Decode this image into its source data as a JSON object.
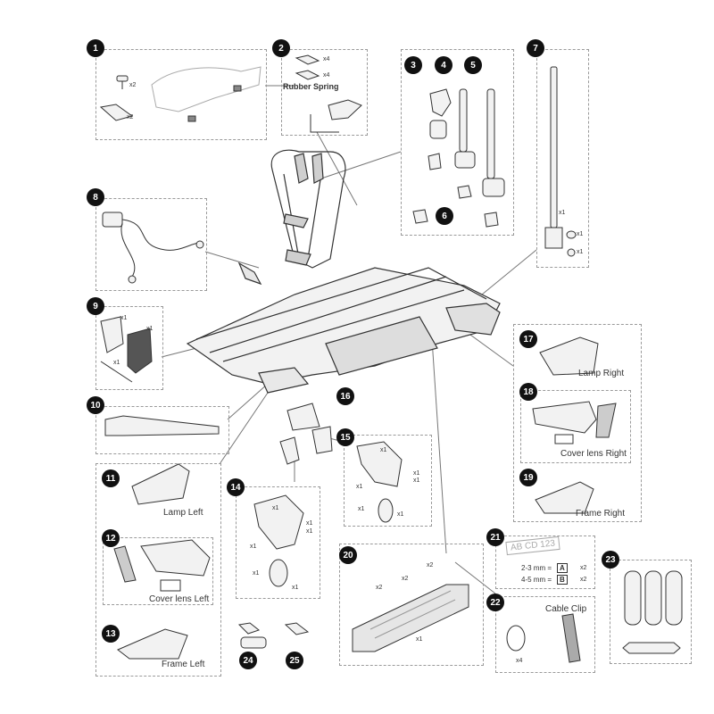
{
  "parts": [
    {
      "number": "1"
    },
    {
      "number": "2"
    },
    {
      "number": "3"
    },
    {
      "number": "4"
    },
    {
      "number": "5"
    },
    {
      "number": "6"
    },
    {
      "number": "7"
    },
    {
      "number": "8"
    },
    {
      "number": "9"
    },
    {
      "number": "10"
    },
    {
      "number": "11"
    },
    {
      "number": "12"
    },
    {
      "number": "13"
    },
    {
      "number": "14"
    },
    {
      "number": "15"
    },
    {
      "number": "16"
    },
    {
      "number": "17"
    },
    {
      "number": "18"
    },
    {
      "number": "19"
    },
    {
      "number": "20"
    },
    {
      "number": "21"
    },
    {
      "number": "22"
    },
    {
      "number": "23"
    },
    {
      "number": "24"
    },
    {
      "number": "25"
    }
  ],
  "labels": {
    "rubber_spring": "Rubber Spring",
    "lamp_right": "Lamp Right",
    "cover_lens_right": "Cover lens Right",
    "frame_right": "Frame Right",
    "lamp_left": "Lamp Left",
    "cover_lens_left": "Cover lens Left",
    "frame_left": "Frame Left",
    "cable_clip": "Cable Clip",
    "plate_text": "AB CD 123",
    "spacer_2_3": "2-3 mm =",
    "spacer_4_5": "4-5 mm =",
    "spacer_a": "A",
    "spacer_b": "B"
  },
  "quantities": {
    "x1": "x1",
    "x2": "x2",
    "x4": "x4"
  },
  "colors": {
    "badge": "#111111",
    "line": "#333333",
    "dashed_box": "#9a9a9a",
    "part_fill": "#f2f2f2",
    "part_shade": "#cfcfcf"
  }
}
